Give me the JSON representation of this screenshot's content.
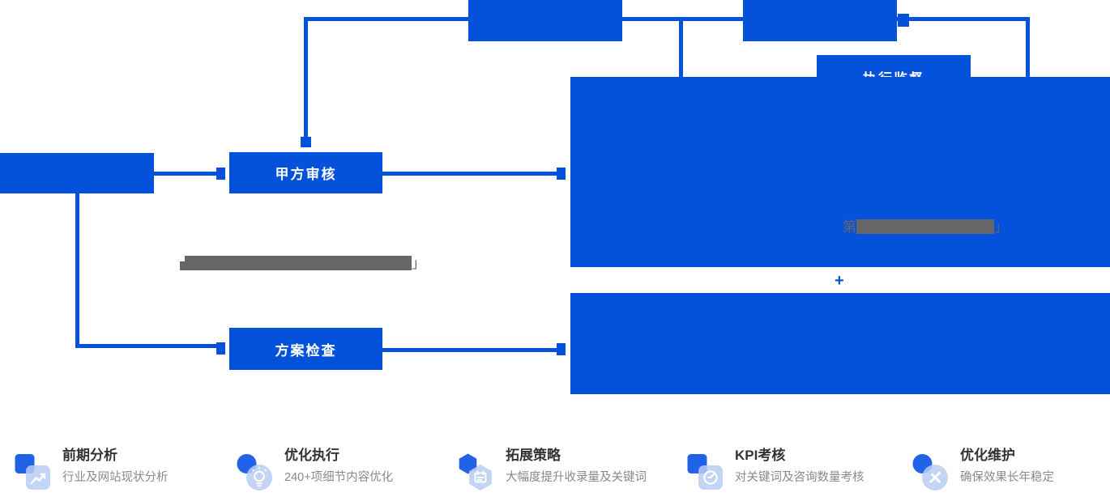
{
  "colors": {
    "primary_blue": "#0452db",
    "icon_dark_blue": "#2262e6",
    "icon_light_blue": "#b9cdf3",
    "redaction_gray": "#666666",
    "feature_title_color": "#333333",
    "feature_desc_color": "#8a8a8a"
  },
  "flowchart": {
    "top_left_box": {
      "label": ""
    },
    "top_right_box": {
      "label": ""
    },
    "execution_supervision_tab": {
      "label": "执行监督"
    },
    "party_a_review_box": {
      "label": "甲方审核"
    },
    "plan_check_box": {
      "label": "方案检查"
    },
    "left_entry_box": {
      "label": ""
    },
    "plus_sign": "+",
    "panel_redacted_note": {
      "lead": "第",
      "tail": "」"
    },
    "middle_redacted_note": {
      "tail": "」"
    }
  },
  "features": [
    {
      "title": "前期分析",
      "desc": "行业及网站现状分析"
    },
    {
      "title": "优化执行",
      "desc": "240+项细节内容优化"
    },
    {
      "title": "拓展策略",
      "desc": "大幅度提升收录量及关键词"
    },
    {
      "title": "KPI考核",
      "desc": "对关键词及咨询数量考核"
    },
    {
      "title": "优化维护",
      "desc": "确保效果长年稳定"
    }
  ]
}
